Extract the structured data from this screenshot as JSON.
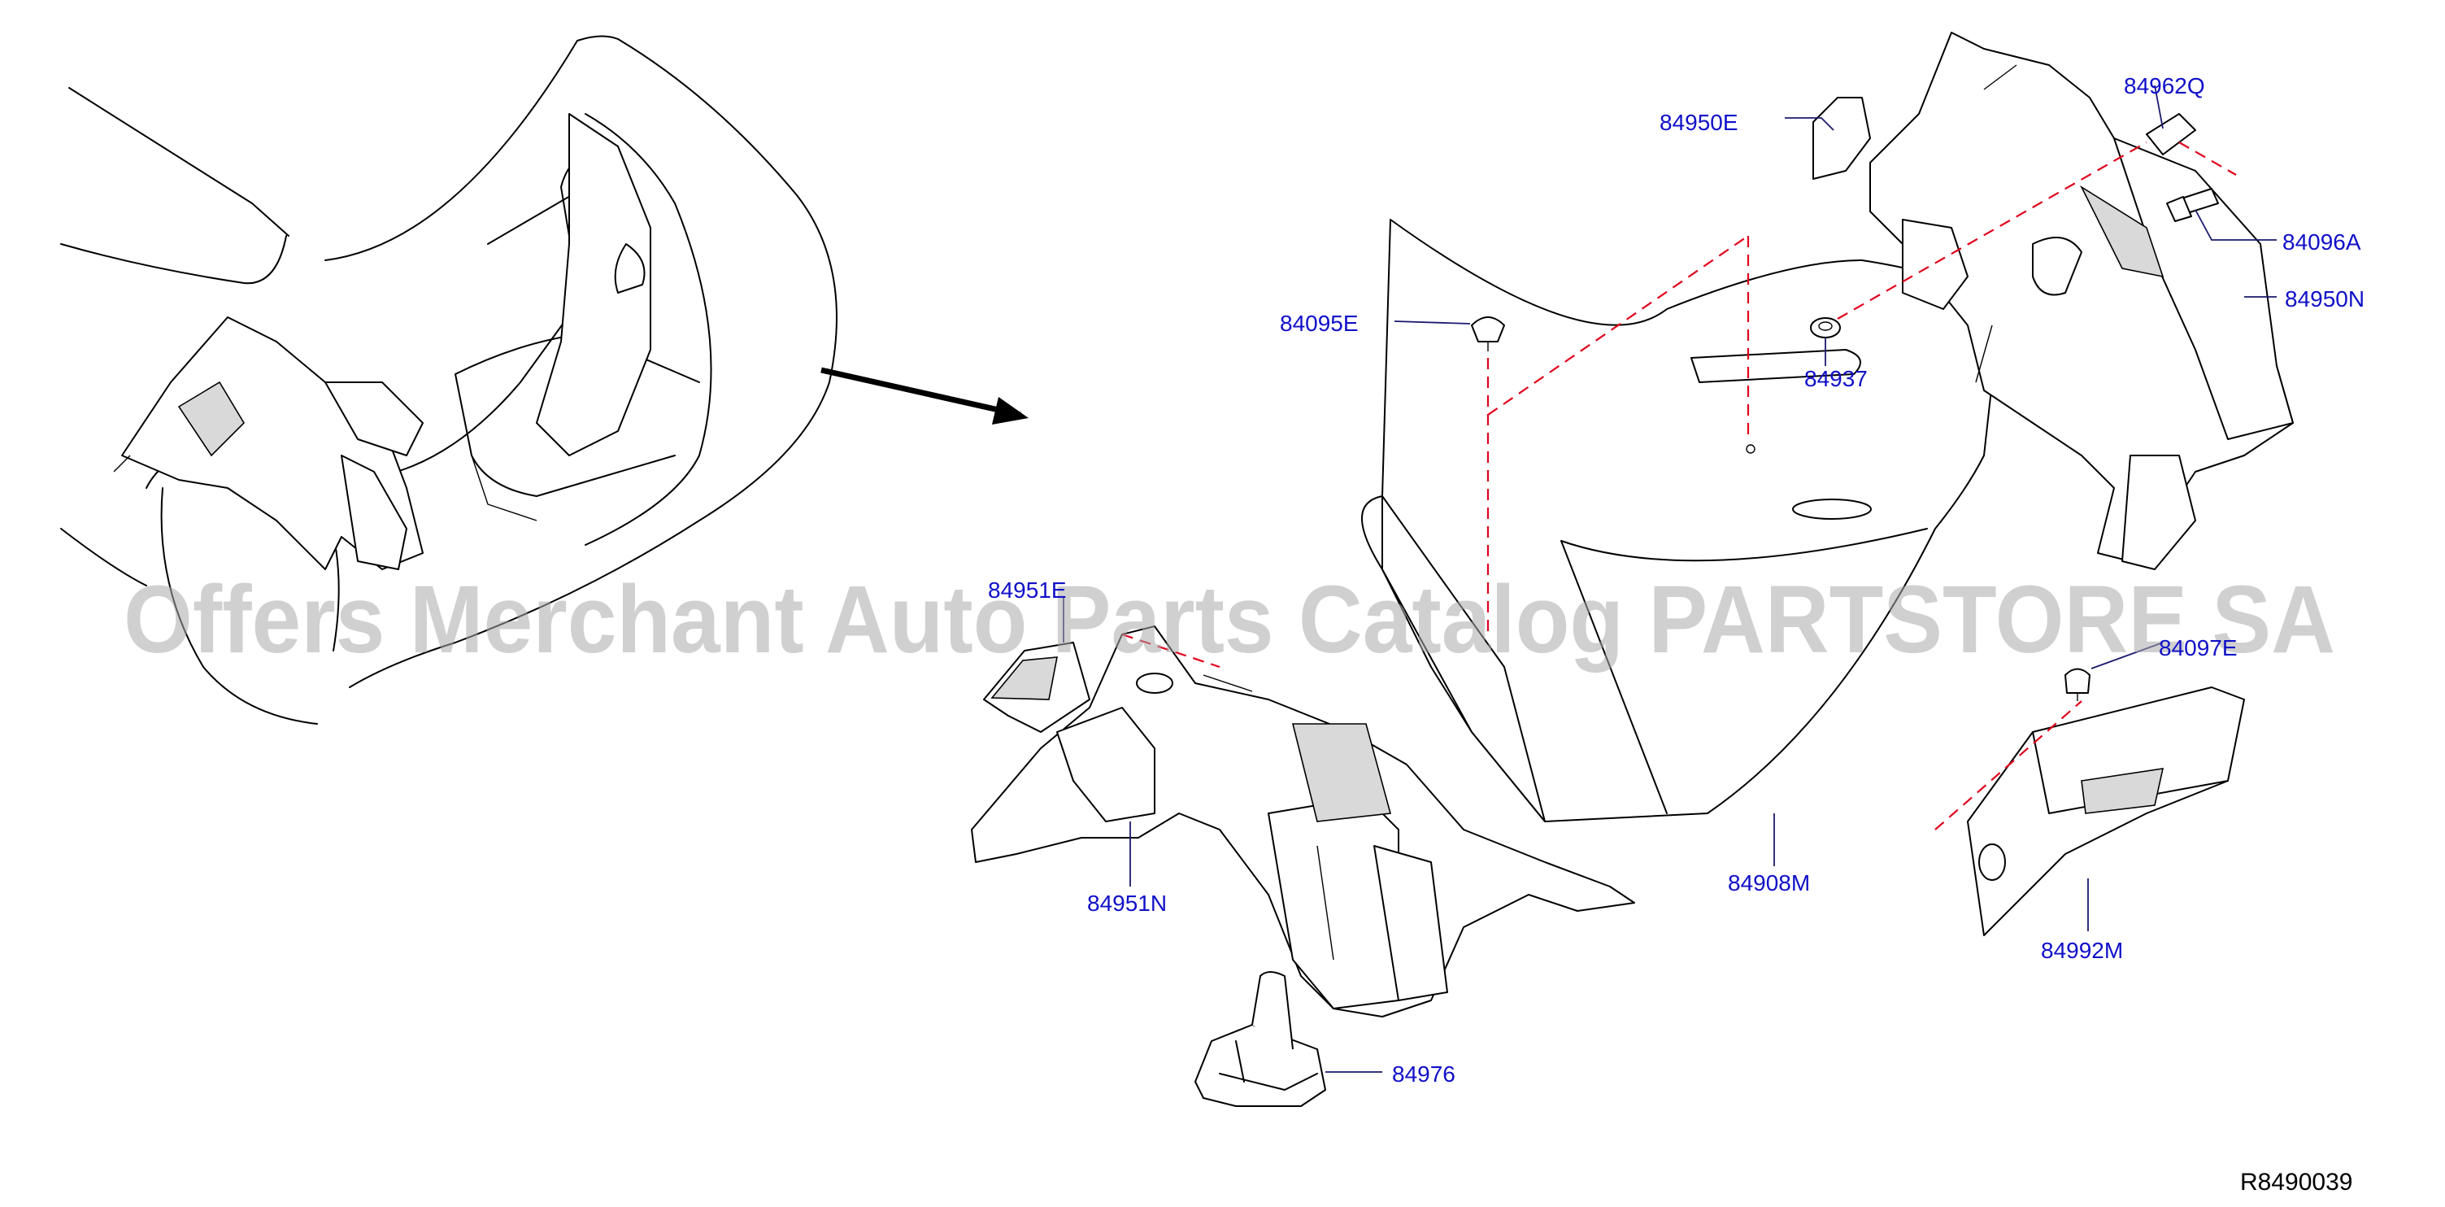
{
  "diagram": {
    "watermark": "Offers Merchant Auto Parts Catalog PARTSTORE SA",
    "reference_code": "R8490039",
    "part_labels": {
      "p84950E": "84950E",
      "p84962Q": "84962Q",
      "p84096A": "84096A",
      "p84950N": "84950N",
      "p84095E": "84095E",
      "p84937": "84937",
      "p84951E": "84951E",
      "p84097E": "84097E",
      "p84951N": "84951N",
      "p84908M": "84908M",
      "p84992M": "84992M",
      "p84976": "84976"
    },
    "colors": {
      "label_text": "#1010c8",
      "assembly_line": "#e0001b",
      "watermark": "#a9a9a9"
    }
  }
}
